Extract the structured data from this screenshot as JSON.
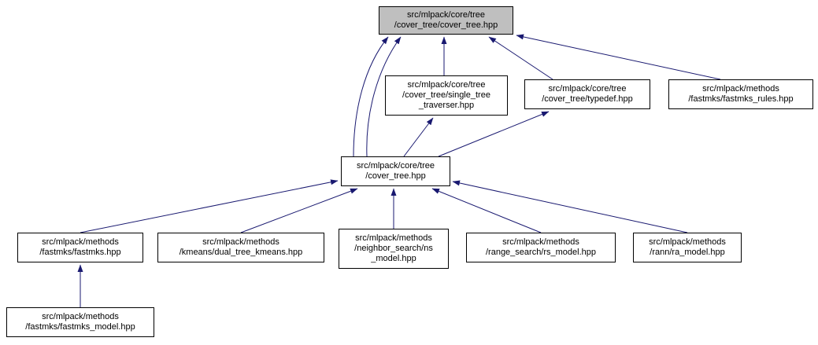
{
  "diagram": {
    "type": "doxygen-included-by-graph",
    "background": "#ffffff",
    "edge_color": "#191970",
    "node_border_color": "#000000",
    "node_fill_color": "#ffffff",
    "highlighted_node_fill_color": "#bfbfbf",
    "nodes": [
      {
        "id": "cover-tree-cover-tree-hpp",
        "label": "src/mlpack/core/tree/cover_tree/cover_tree.hpp",
        "highlighted": true,
        "lines": [
          "src/mlpack/core/tree",
          "/cover_tree/cover_tree.hpp"
        ]
      },
      {
        "id": "single-tree-traverser-hpp",
        "label": "src/mlpack/core/tree/cover_tree/single_tree_traverser.hpp",
        "highlighted": false,
        "lines": [
          "src/mlpack/core/tree",
          "/cover_tree/single_tree",
          "_traverser.hpp"
        ]
      },
      {
        "id": "typedef-hpp",
        "label": "src/mlpack/core/tree/cover_tree/typedef.hpp",
        "highlighted": false,
        "lines": [
          "src/mlpack/core/tree",
          "/cover_tree/typedef.hpp"
        ]
      },
      {
        "id": "fastmks-rules-hpp",
        "label": "src/mlpack/methods/fastmks/fastmks_rules.hpp",
        "highlighted": false,
        "lines": [
          "src/mlpack/methods",
          "/fastmks/fastmks_rules.hpp"
        ]
      },
      {
        "id": "cover-tree-hpp",
        "label": "src/mlpack/core/tree/cover_tree.hpp",
        "highlighted": false,
        "lines": [
          "src/mlpack/core/tree",
          "/cover_tree.hpp"
        ]
      },
      {
        "id": "fastmks-hpp",
        "label": "src/mlpack/methods/fastmks/fastmks.hpp",
        "highlighted": false,
        "lines": [
          "src/mlpack/methods",
          "/fastmks/fastmks.hpp"
        ]
      },
      {
        "id": "dual-tree-kmeans-hpp",
        "label": "src/mlpack/methods/kmeans/dual_tree_kmeans.hpp",
        "highlighted": false,
        "lines": [
          "src/mlpack/methods",
          "/kmeans/dual_tree_kmeans.hpp"
        ]
      },
      {
        "id": "ns-model-hpp",
        "label": "src/mlpack/methods/neighbor_search/ns_model.hpp",
        "highlighted": false,
        "lines": [
          "src/mlpack/methods",
          "/neighbor_search/ns",
          "_model.hpp"
        ]
      },
      {
        "id": "rs-model-hpp",
        "label": "src/mlpack/methods/range_search/rs_model.hpp",
        "highlighted": false,
        "lines": [
          "src/mlpack/methods",
          "/range_search/rs_model.hpp"
        ]
      },
      {
        "id": "ra-model-hpp",
        "label": "src/mlpack/methods/rann/ra_model.hpp",
        "highlighted": false,
        "lines": [
          "src/mlpack/methods",
          "/rann/ra_model.hpp"
        ]
      },
      {
        "id": "fastmks-model-hpp",
        "label": "src/mlpack/methods/fastmks/fastmks_model.hpp",
        "highlighted": false,
        "lines": [
          "src/mlpack/methods",
          "/fastmks/fastmks_model.hpp"
        ]
      }
    ],
    "edges": [
      {
        "from": "cover-tree-hpp",
        "to": "cover-tree-cover-tree-hpp"
      },
      {
        "from": "single-tree-traverser-hpp",
        "to": "cover-tree-cover-tree-hpp"
      },
      {
        "from": "typedef-hpp",
        "to": "cover-tree-cover-tree-hpp"
      },
      {
        "from": "fastmks-rules-hpp",
        "to": "cover-tree-cover-tree-hpp"
      },
      {
        "from": "cover-tree-hpp",
        "to": "single-tree-traverser-hpp"
      },
      {
        "from": "cover-tree-hpp",
        "to": "typedef-hpp"
      },
      {
        "from": "fastmks-hpp",
        "to": "cover-tree-hpp"
      },
      {
        "from": "dual-tree-kmeans-hpp",
        "to": "cover-tree-hpp"
      },
      {
        "from": "ns-model-hpp",
        "to": "cover-tree-hpp"
      },
      {
        "from": "rs-model-hpp",
        "to": "cover-tree-hpp"
      },
      {
        "from": "ra-model-hpp",
        "to": "cover-tree-hpp"
      },
      {
        "from": "fastmks-model-hpp",
        "to": "fastmks-hpp"
      }
    ]
  }
}
